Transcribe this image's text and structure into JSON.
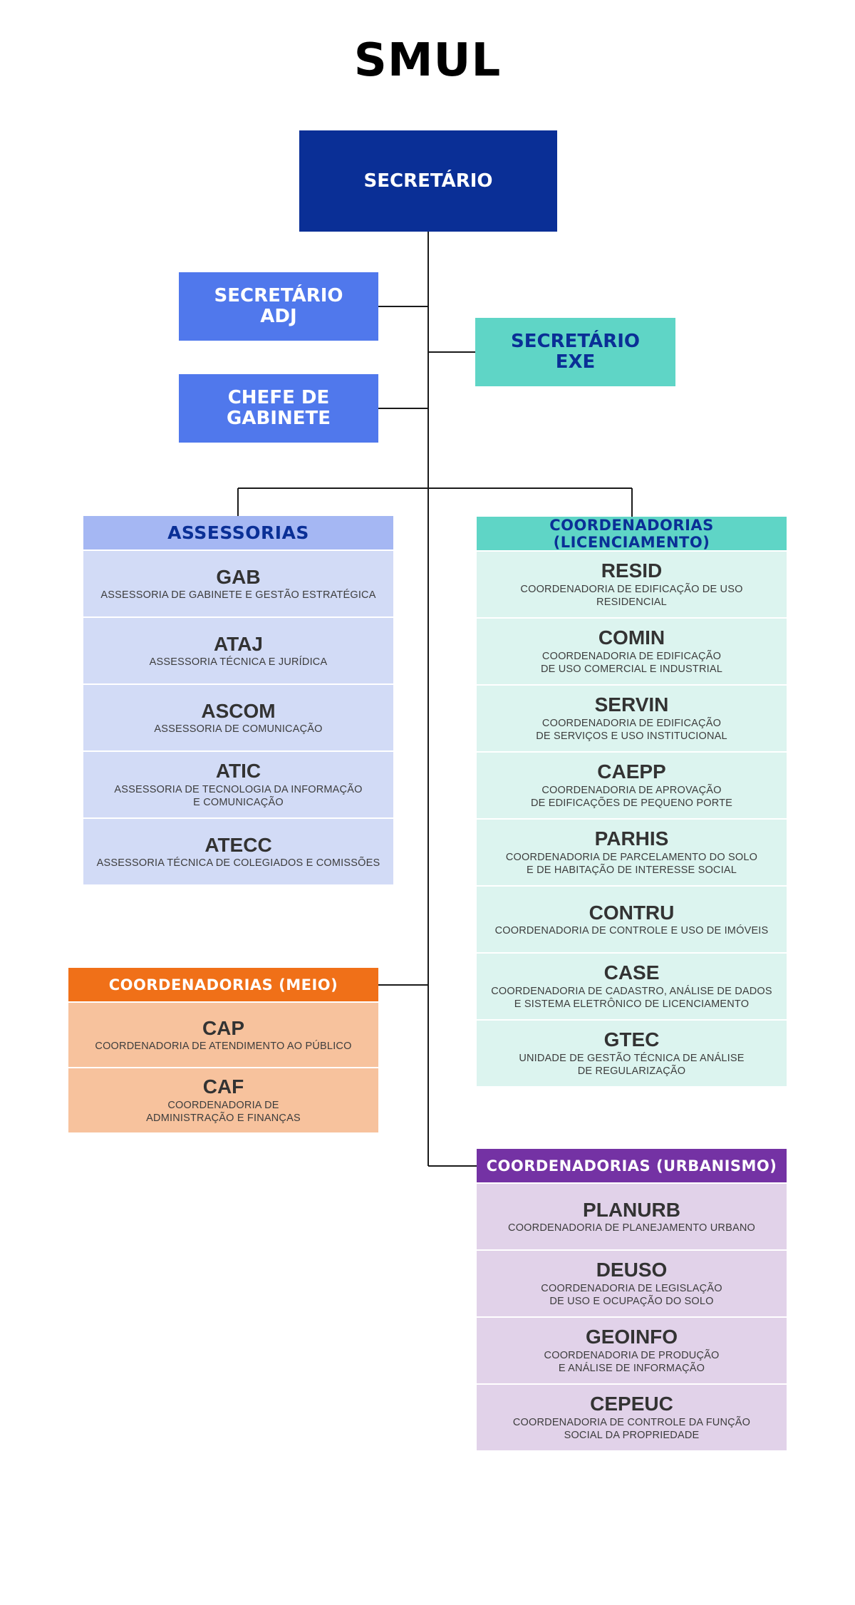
{
  "title": "SMUL",
  "top_nodes": {
    "secretario": "SECRETÁRIO",
    "secretario_adj": "SECRETÁRIO\nADJ",
    "secretario_exe": "SECRETÁRIO\nEXE",
    "chefe_gabinete": "CHEFE DE\nGABINETE"
  },
  "assessorias": {
    "title": "ASSESSORIAS",
    "items": [
      {
        "code": "GAB",
        "desc": "ASSESSORIA DE GABINETE E GESTÃO ESTRATÉGICA"
      },
      {
        "code": "ATAJ",
        "desc": "ASSESSORIA TÉCNICA E JURÍDICA"
      },
      {
        "code": "ASCOM",
        "desc": "ASSESSORIA DE COMUNICAÇÃO"
      },
      {
        "code": "ATIC",
        "desc": "ASSESSORIA DE TECNOLOGIA DA INFORMAÇÃO\nE COMUNICAÇÃO"
      },
      {
        "code": "ATECC",
        "desc": "ASSESSORIA TÉCNICA DE COLEGIADOS E COMISSÕES"
      }
    ]
  },
  "licenciamento": {
    "title": "COORDENADORIAS (LICENCIAMENTO)",
    "items": [
      {
        "code": "RESID",
        "desc": "COORDENADORIA DE EDIFICAÇÃO DE USO\nRESIDENCIAL"
      },
      {
        "code": "COMIN",
        "desc": "COORDENADORIA DE EDIFICAÇÃO\nDE USO COMERCIAL E INDUSTRIAL"
      },
      {
        "code": "SERVIN",
        "desc": "COORDENADORIA DE EDIFICAÇÃO\nDE SERVIÇOS E USO INSTITUCIONAL"
      },
      {
        "code": "CAEPP",
        "desc": "COORDENADORIA DE APROVAÇÃO\nDE EDIFICAÇÕES DE PEQUENO PORTE"
      },
      {
        "code": "PARHIS",
        "desc": "COORDENADORIA DE PARCELAMENTO DO SOLO\nE DE HABITAÇÃO DE INTERESSE SOCIAL"
      },
      {
        "code": "CONTRU",
        "desc": "COORDENADORIA DE CONTROLE E USO DE IMÓVEIS"
      },
      {
        "code": "CASE",
        "desc": "COORDENADORIA DE CADASTRO, ANÁLISE DE DADOS\nE SISTEMA ELETRÔNICO DE LICENCIAMENTO"
      },
      {
        "code": "GTEC",
        "desc": "UNIDADE DE GESTÃO TÉCNICA DE ANÁLISE\nDE REGULARIZAÇÃO"
      }
    ]
  },
  "meio": {
    "title": "COORDENADORIAS (MEIO)",
    "items": [
      {
        "code": "CAP",
        "desc": "COORDENADORIA DE ATENDIMENTO AO PÚBLICO"
      },
      {
        "code": "CAF",
        "desc": "COORDENADORIA DE\nADMINISTRAÇÃO E FINANÇAS"
      }
    ]
  },
  "urbanismo": {
    "title": "COORDENADORIAS (URBANISMO)",
    "items": [
      {
        "code": "PLANURB",
        "desc": "COORDENADORIA DE PLANEJAMENTO URBANO"
      },
      {
        "code": "DEUSO",
        "desc": "COORDENADORIA DE LEGISLAÇÃO\nDE USO E OCUPAÇÃO DO SOLO"
      },
      {
        "code": "GEOINFO",
        "desc": "COORDENADORIA DE PRODUÇÃO\nE ANÁLISE DE INFORMAÇÃO"
      },
      {
        "code": "CEPEUC",
        "desc": "COORDENADORIA DE CONTROLE DA FUNÇÃO\nSOCIAL DA PROPRIEDADE"
      }
    ]
  },
  "colors": {
    "secretario": "#0a2f96",
    "adjuntos": "#5078ec",
    "exe": "#5fd5c6",
    "assessorias_header": "#a5b7f3",
    "assessorias_body": "#d2dbf6",
    "licenciamento_body": "#dcf4ef",
    "meio_header": "#f07018",
    "meio_body": "#f7c29d",
    "urbanismo_header": "#7432a4",
    "urbanismo_body": "#e1d2e9"
  }
}
